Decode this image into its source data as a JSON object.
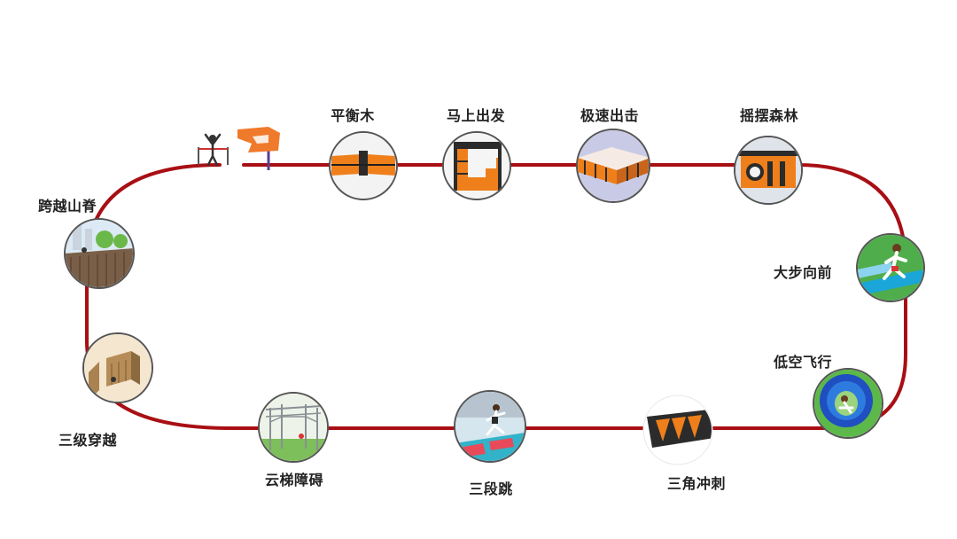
{
  "colors": {
    "track": "#a80f14",
    "flag": "#f07a2c",
    "orange": "#ef7f1a",
    "dark": "#2b2b2b"
  },
  "stations": [
    {
      "id": "pinghengmu",
      "label": "平衡木",
      "icon": "balance-beam-icon"
    },
    {
      "id": "mashangchufa",
      "label": "马上出发",
      "icon": "ladder-stairs-icon"
    },
    {
      "id": "jisuchuji",
      "label": "极速出击",
      "icon": "speed-frame-icon"
    },
    {
      "id": "yaobaisenlin",
      "label": "摇摆森林",
      "icon": "swing-forest-icon"
    },
    {
      "id": "dabuxiangqian",
      "label": "大步向前",
      "icon": "runner-step-icon"
    },
    {
      "id": "dikongfeixing",
      "label": "低空飞行",
      "icon": "tunnel-crawl-icon"
    },
    {
      "id": "sanjiaochongci",
      "label": "三角冲刺",
      "icon": "triangle-frame-icon"
    },
    {
      "id": "sanduantiao",
      "label": "三段跳",
      "icon": "triple-jump-icon"
    },
    {
      "id": "yuntizhangai",
      "label": "云梯障碍",
      "icon": "monkey-bars-icon"
    },
    {
      "id": "sanjichuanyue",
      "label": "三级穿越",
      "icon": "wall-climb-icon"
    },
    {
      "id": "kuayueshanji",
      "label": "跨越山脊",
      "icon": "ridge-wall-icon"
    }
  ]
}
